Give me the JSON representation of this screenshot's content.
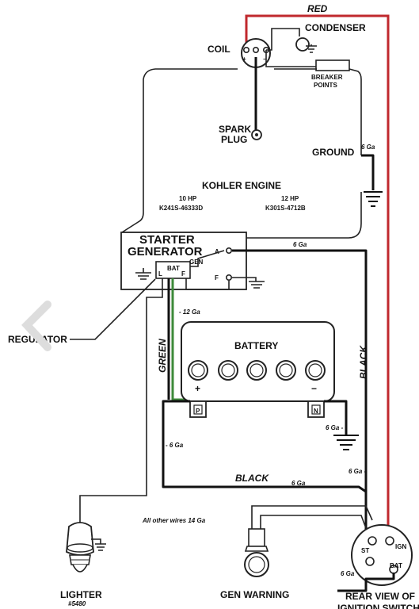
{
  "labels": {
    "red": "RED",
    "condenser": "CONDENSER",
    "coil": "COIL",
    "breaker_points_1": "BREAKER",
    "breaker_points_2": "POINTS",
    "spark_plug_1": "SPARK",
    "spark_plug_2": "PLUG",
    "ground": "GROUND",
    "ga6_ground": "6 Ga",
    "kohler_engine": "KOHLER ENGINE",
    "hp10": "10 HP",
    "hp12": "12 HP",
    "model10": "K241S-46333D",
    "model12": "K301S-4712B",
    "starter_1": "STARTER",
    "starter_2": "GENERATOR",
    "term_a": "A",
    "term_f": "F",
    "term_gen": "GEN",
    "term_bat": "BAT",
    "term_l": "L",
    "term_f2": "F",
    "ga6_a": "6 Ga",
    "ga12": "- 12 Ga",
    "regulator": "REGULATOR",
    "green": "GREEN",
    "battery": "BATTERY",
    "plus": "+",
    "minus": "−",
    "post_p": "P",
    "post_n": "N",
    "black_right": "BLACK",
    "ga6_neg": "6 Ga -",
    "ga6_left": "- 6 Ga",
    "ga6_right": "6 Ga -",
    "black_bottom": "BLACK",
    "ga6_bottom": "6 Ga",
    "all_other": "All other wires 14 Ga",
    "ga6_switch": "6 Ga",
    "switch_st": "ST",
    "switch_ign": "IGN",
    "switch_bat": "BAT",
    "lighter": "LIGHTER",
    "lighter_part": "#5480",
    "gen_warning": "GEN WARNING",
    "rear_view_1": "REAR VIEW OF",
    "rear_view_2": "IGNITION SWITCH"
  }
}
